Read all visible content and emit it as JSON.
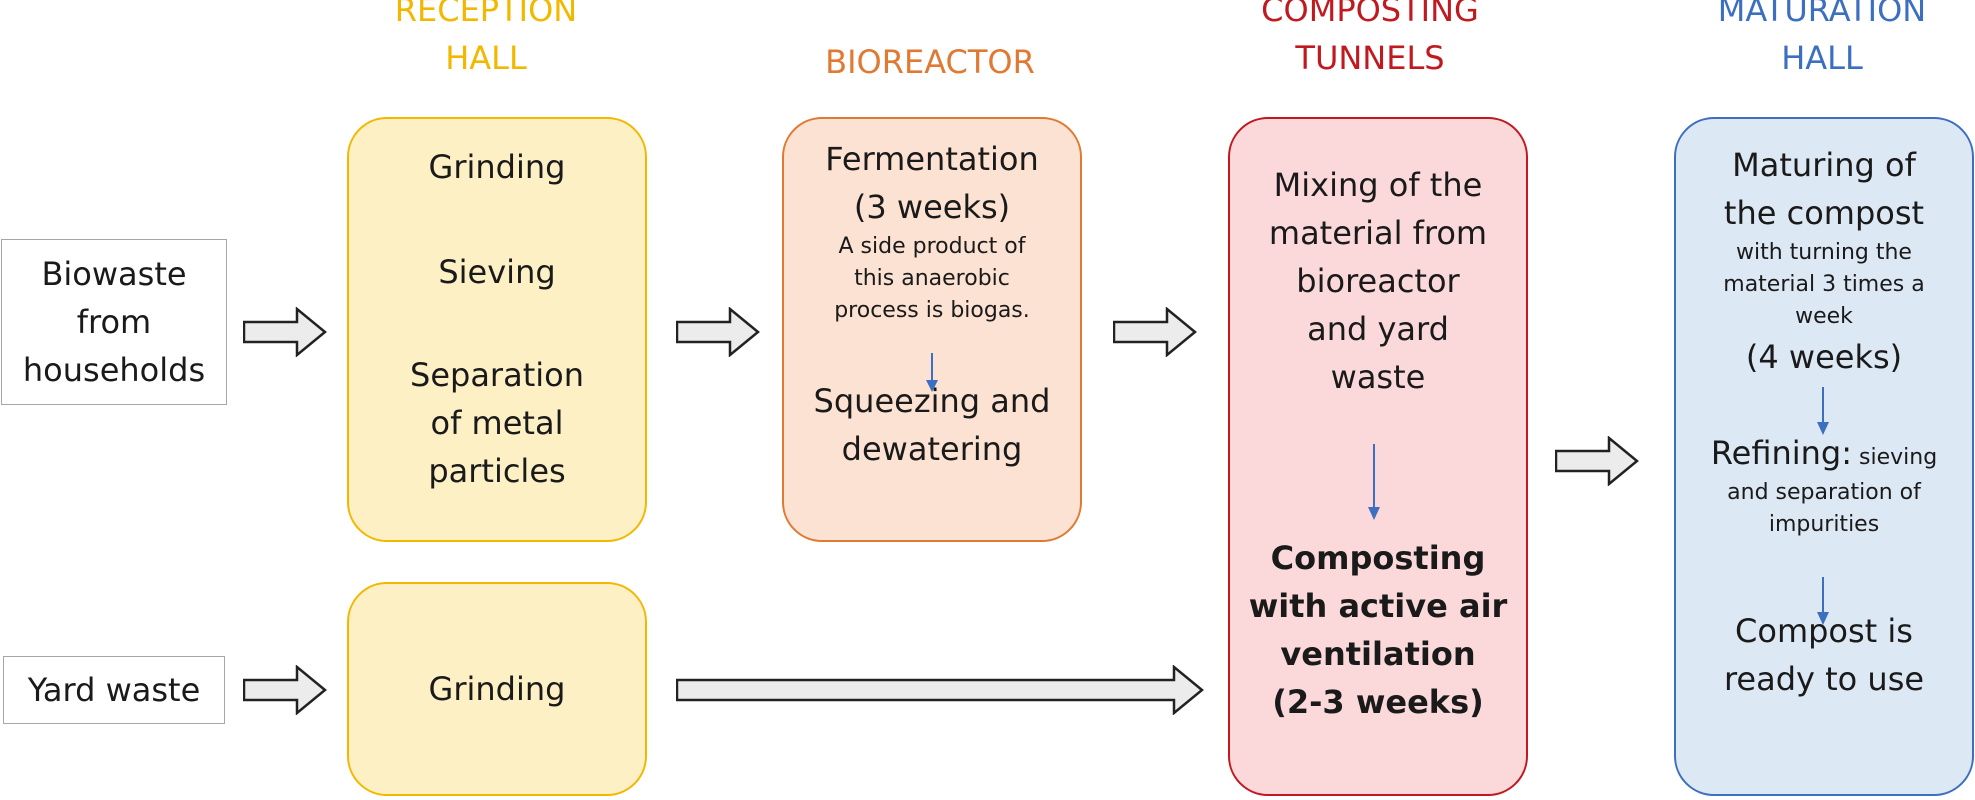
{
  "stages": {
    "reception": {
      "title_line1": "RECEPTION",
      "title_line2": "HALL",
      "color": "#f2b800"
    },
    "bioreactor": {
      "title_line1": "BIOREACTOR",
      "color": "#e07a33"
    },
    "composting": {
      "title_line1": "COMPOSTING",
      "title_line2": "TUNNELS",
      "color": "#c0191f"
    },
    "maturation": {
      "title_line1": "MATURATION",
      "title_line2": "HALL",
      "color": "#3d6fc0"
    }
  },
  "inputs": {
    "biowaste": {
      "line1": "Biowaste",
      "line2": "from",
      "line3": "households"
    },
    "yard": {
      "label": "Yard waste"
    }
  },
  "reception_box": {
    "step1": "Grinding",
    "step2": "Sieving",
    "step3_line1": "Separation",
    "step3_line2": "of metal",
    "step3_line3": "particles"
  },
  "reception_yard_box": {
    "step1": "Grinding"
  },
  "bioreactor_box": {
    "step1_line1": "Fermentation",
    "step1_line2": "(3 weeks)",
    "note_line1": "A side product of",
    "note_line2": "this anaerobic",
    "note_line3": "process is biogas.",
    "step2_line1": "Squeezing and",
    "step2_line2": "dewatering"
  },
  "composting_box": {
    "step1_line1": "Mixing of the",
    "step1_line2": "material from",
    "step1_line3": "bioreactor",
    "step1_line4": "and  yard",
    "step1_line5": "waste",
    "step2_line1": "Composting",
    "step2_line2": "with active air",
    "step2_line3": "ventilation",
    "step2_line4": "(2-3 weeks)"
  },
  "maturation_box": {
    "step1_line1": "Maturing of",
    "step1_line2": "the compost",
    "note_line1": "with turning the",
    "note_line2": "material 3 times a",
    "note_line3": "week",
    "duration": "(4 weeks)",
    "step2_main": "Refining:",
    "step2_note_a": " sieving",
    "step2_note_b": "and separation of",
    "step2_note_c": "impurities",
    "step3_line1": "Compost is",
    "step3_line2": "ready to use"
  }
}
